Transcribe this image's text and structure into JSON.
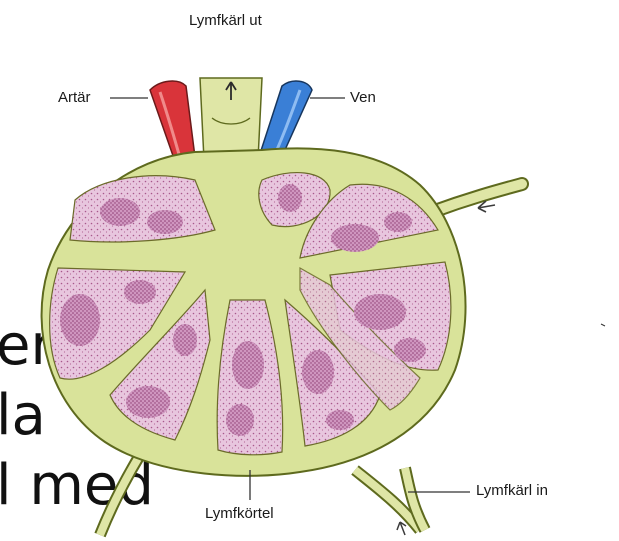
{
  "labels": {
    "lymph_out": "Lymfkärl ut",
    "artery": "Artär",
    "vein": "Ven",
    "lymph_in": "Lymfkärl in",
    "lymph_node": "Lymfkörtel"
  },
  "background_text": [
    "er",
    "la",
    "l med"
  ],
  "colors": {
    "capsule": "#d9e39a",
    "capsule_outline": "#5e6a1e",
    "lobule": "#e8c6de",
    "lobule_dots": "#a8588c",
    "nodule": "#c98cb7",
    "artery": "#d9343a",
    "vein": "#3a7fd6",
    "vessel": "#dfe6a6"
  }
}
